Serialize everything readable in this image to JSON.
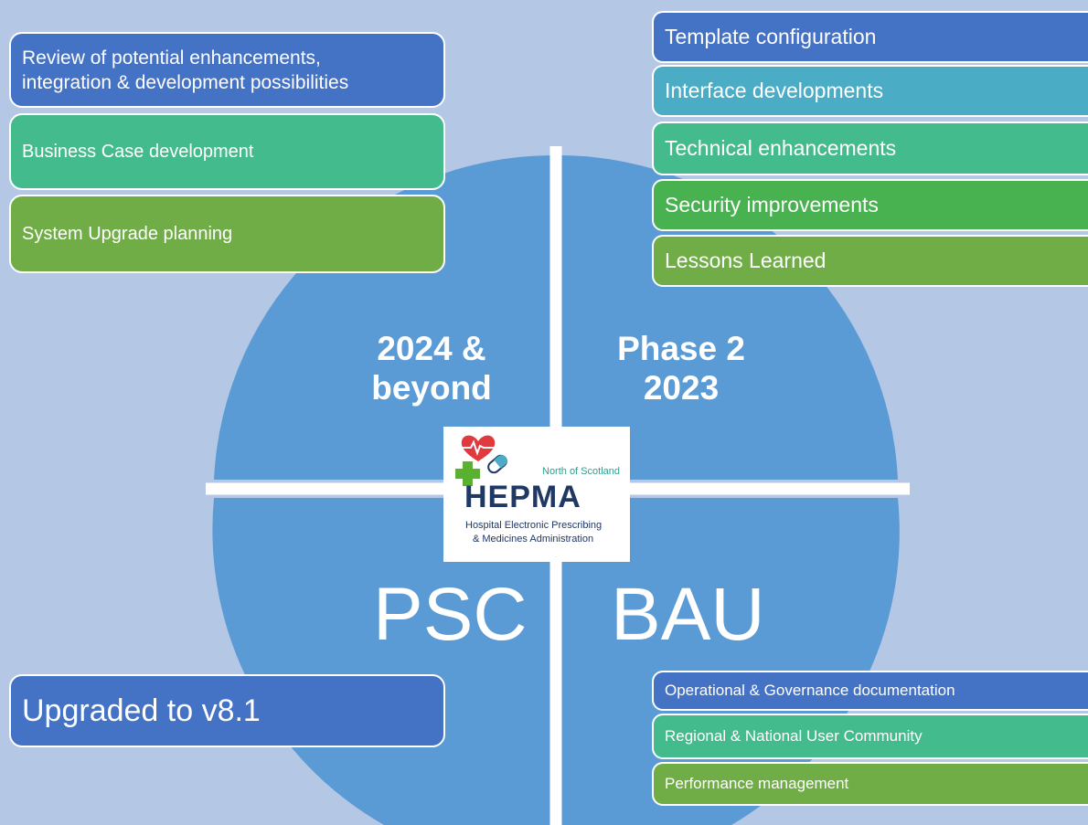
{
  "quadrants": {
    "top_left": {
      "line1": "2024 &",
      "line2": "beyond"
    },
    "top_right": {
      "line1": "Phase 2",
      "line2": "2023"
    },
    "bottom_left": {
      "label": "PSC"
    },
    "bottom_right": {
      "label": "BAU"
    }
  },
  "left_boxes_top": [
    {
      "lines": [
        "Review of potential enhancements,",
        "integration & development possibilities"
      ]
    },
    {
      "lines": [
        "Business Case development"
      ]
    },
    {
      "lines": [
        "System Upgrade planning"
      ]
    }
  ],
  "left_box_bottom": {
    "label": "Upgraded to v8.1"
  },
  "right_boxes_top": [
    "Template configuration",
    "Interface developments",
    "Technical enhancements",
    "Security improvements",
    "Lessons Learned"
  ],
  "right_boxes_bottom": [
    "Operational & Governance documentation",
    "Regional & National User Community",
    "Performance management"
  ],
  "logo": {
    "region": "North of Scotland",
    "name": "HEPMA",
    "line1": "Hospital Electronic Prescribing",
    "line2": "& Medicines Administration"
  },
  "colors": {
    "background": "#b4c8e6",
    "circle": "#5b9bd5",
    "blue": "#4472c4",
    "teal": "#4bacc6",
    "sea_green": "#44bb8c",
    "green": "#47b24f",
    "olive": "#70ad47",
    "logo_navy": "#1f3864",
    "logo_red": "#e0393e"
  }
}
